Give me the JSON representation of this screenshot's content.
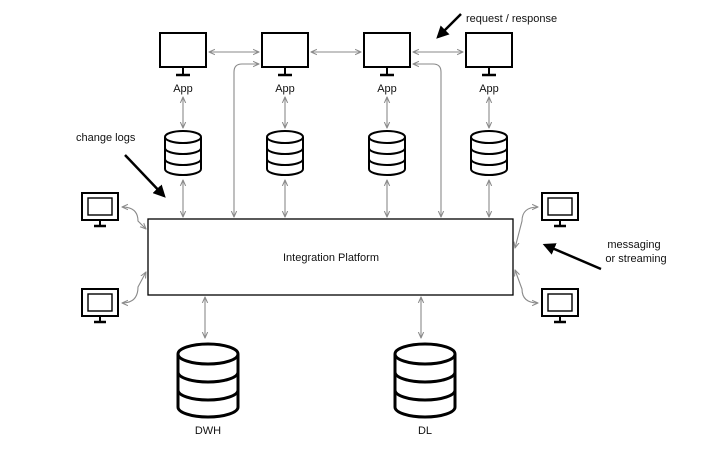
{
  "platform": {
    "label": "Integration Platform"
  },
  "apps": [
    {
      "label": "App"
    },
    {
      "label": "App"
    },
    {
      "label": "App"
    },
    {
      "label": "App"
    }
  ],
  "stores": [
    {
      "label": "DWH"
    },
    {
      "label": "DL"
    }
  ],
  "annotations": {
    "request_response": "request / response",
    "change_logs": "change logs",
    "messaging_line1": "messaging",
    "messaging_line2": "or streaming"
  },
  "icons": {
    "app": "monitor-icon",
    "app_db": "database-icon",
    "client": "monitor-icon",
    "store": "database-icon"
  },
  "colors": {
    "stroke": "#000000",
    "connector": "#8a8a8a"
  }
}
